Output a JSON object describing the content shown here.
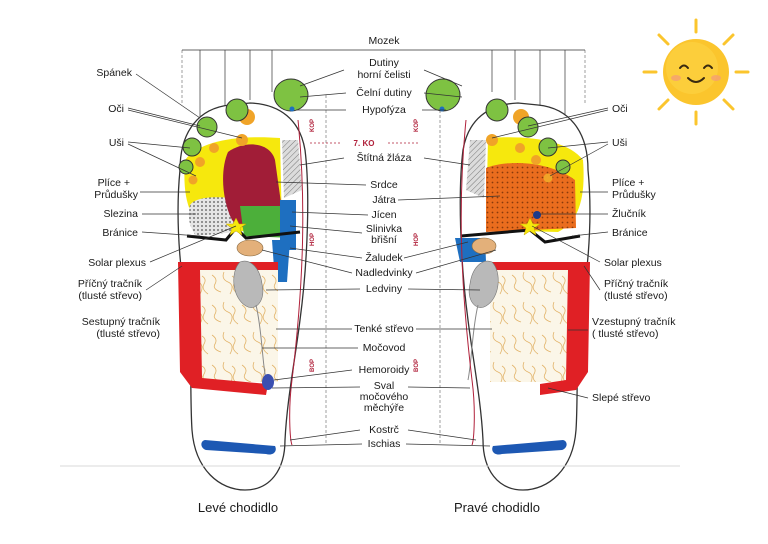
{
  "colors": {
    "brain": "#7ec242",
    "sinus": "#7ec242",
    "eyes_ears": "#f0a428",
    "lungs": "#f6e80d",
    "heart": "#a11d37",
    "liver": "#ea6d1e",
    "stomach": "#4caf3a",
    "kidney": "#b9b9b9",
    "intestine": "#e02025",
    "spine": "#1e6fc0",
    "sciatic": "#1d58b3",
    "adrenal": "#e3b07a",
    "sun": "#fbc52d",
    "marker": "#b0203a"
  },
  "icon": "sun-icon",
  "markers": {
    "ko": "7. KO",
    "kop": "KOP",
    "hop": "HOP",
    "bop": "BOP"
  },
  "center_labels": {
    "mozek": "Mozek",
    "dutiny_1": "Dutiny",
    "dutiny_2": "horní čelisti",
    "celni": "Čelní dutiny",
    "hypofyza": "Hypofýza",
    "stitna": "Štítná žláza",
    "srdce": "Srdce",
    "jatra": "Játra",
    "jicen": "Jícen",
    "slinivka_1": "Slinivka",
    "slinivka_2": "břišní",
    "zaludek": "Žaludek",
    "nadledviny": "Nadledvinky",
    "ledviny": "Ledviny",
    "tenke": "Tenké střevo",
    "mocovod": "Močovod",
    "hemoroidy": "Hemoroidy",
    "sval_1": "Sval",
    "sval_2": "močového",
    "sval_3": "měchýře",
    "kostrc": "Kostrč",
    "ischias": "Ischias"
  },
  "left_labels": {
    "spanek": "Spánek",
    "oci": "Oči",
    "usi": "Uši",
    "plice_1": "Plíce +",
    "plice_2": "Průdušky",
    "slezina": "Slezina",
    "branice": "Bránice",
    "solar": "Solar plexus",
    "pricny_1": "Příčný tračník",
    "pricny_2": "(tlusté střevo)",
    "sestupny_1": "Sestupný tračník",
    "sestupny_2": "(tlusté střevo)"
  },
  "right_labels": {
    "oci": "Oči",
    "usi": "Uši",
    "plice_1": "Plíce +",
    "plice_2": "Průdušky",
    "zlucnik": "Žlučník",
    "branice": "Bránice",
    "solar": "Solar plexus",
    "pricny_1": "Příčný tračník",
    "pricny_2": "(tlusté střevo)",
    "vzestupny_1": "Vzestupný tračník",
    "vzestupny_2": "( tlusté střevo)",
    "slepe": "Slepé střevo"
  },
  "feet": {
    "left": "Levé chodidlo",
    "right": "Pravé chodidlo"
  }
}
